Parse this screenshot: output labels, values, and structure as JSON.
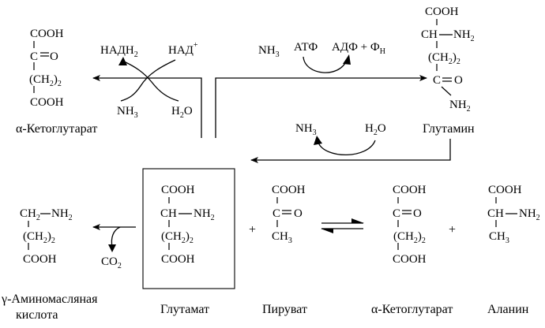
{
  "cooh": "COOH",
  "ch2": "CH",
  "nh2": "NH",
  "nh3": "NH",
  "ch3": "CH",
  "co2": "CO",
  "h2o": "H",
  "o": "O",
  "sub2": "2",
  "sub3": "3",
  "sub_n": "Н",
  "sup_plus": "+",
  "plus": "+",
  "cofactors": {
    "nadh2": "НАДН",
    "nad": "НАД",
    "atp": "АТФ",
    "adp_pi": "АДФ + Ф"
  },
  "names": {
    "ketoglutarate": "α-Кетоглутарат",
    "glutamine": "Глутамин",
    "gaba_line1": "γ-Аминомасляная",
    "gaba_line2": "кислота",
    "glutamate": "Глутамат",
    "pyruvate": "Пируват",
    "alanine": "Аланин"
  }
}
